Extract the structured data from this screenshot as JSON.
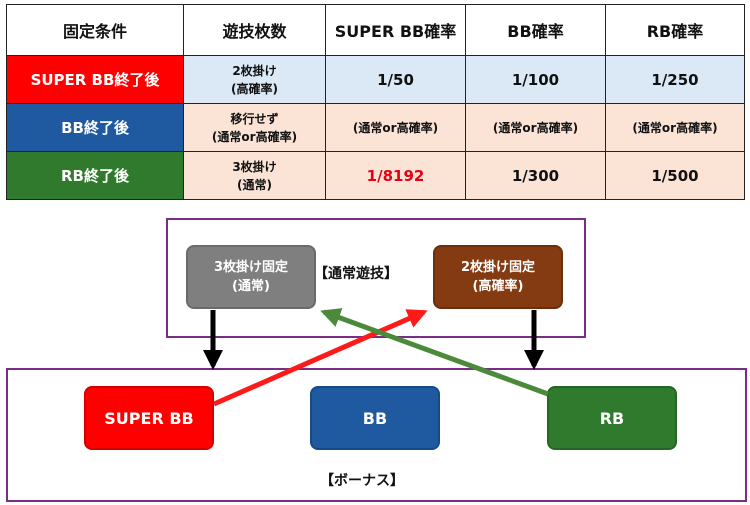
{
  "table": {
    "headers": [
      "固定条件",
      "遊技枚数",
      "SUPER BB確率",
      "BB確率",
      "RB確率"
    ],
    "rows": [
      {
        "label": "SUPER BB終了後",
        "bet_line1": "2枚掛け",
        "bet_line2": "(高確率)",
        "super": "1/50",
        "bb": "1/100",
        "rb": "1/250"
      },
      {
        "label": "BB終了後",
        "bet_line1": "移行せず",
        "bet_line2": "(通常or高確率)",
        "super": "(通常or高確率)",
        "bb": "(通常or高確率)",
        "rb": "(通常or高確率)"
      },
      {
        "label": "RB終了後",
        "bet_line1": "3枚掛け",
        "bet_line2": "(通常)",
        "super": "1/8192",
        "bb": "1/300",
        "rb": "1/500"
      }
    ]
  },
  "diagram": {
    "normal_label": "【通常遊技】",
    "bonus_label": "【ボーナス】",
    "normal_fixed": {
      "line1": "3枚掛け固定",
      "line2": "(通常)"
    },
    "high_fixed": {
      "line1": "2枚掛け固定",
      "line2": "(高確率)"
    },
    "bonus_super": "SUPER BB",
    "bonus_bb": "BB",
    "bonus_rb": "RB"
  },
  "colors": {
    "super": "#ff0000",
    "bb": "#1f5aa0",
    "rb": "#2f7a2c",
    "normal_state": "#7f7f7f",
    "high_state": "#843b11",
    "frame": "#7a2d87",
    "arrow_red": "#ff1a1a",
    "arrow_green": "#4a8a3a",
    "arrow_black": "#000000"
  }
}
